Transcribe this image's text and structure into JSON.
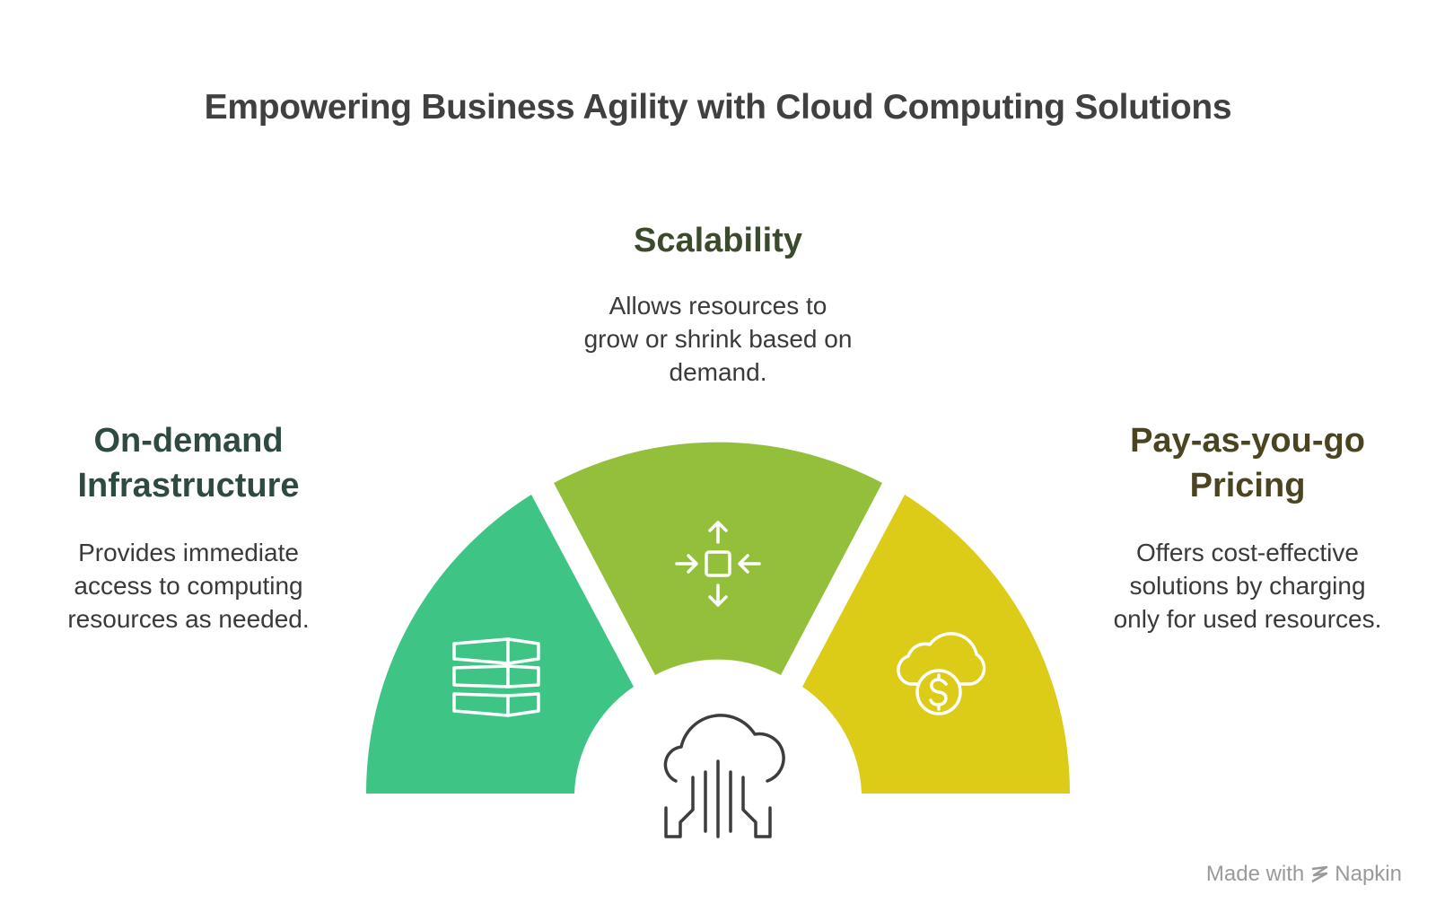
{
  "title": "Empowering Business Agility with Cloud Computing Solutions",
  "segments": [
    {
      "heading_lines": [
        "On-demand",
        "Infrastructure"
      ],
      "description_lines": [
        "Provides immediate",
        "access to computing",
        "resources as needed."
      ],
      "color": "#3ec585",
      "icon": "server-stack-icon"
    },
    {
      "heading_lines": [
        "Scalability"
      ],
      "description_lines": [
        "Allows resources to",
        "grow or shrink based on",
        "demand."
      ],
      "color": "#93bf3b",
      "icon": "scale-arrows-icon"
    },
    {
      "heading_lines": [
        "Pay-as-you-go",
        "Pricing"
      ],
      "description_lines": [
        "Offers cost-effective",
        "solutions by charging",
        "only for used resources."
      ],
      "color": "#dccb17",
      "icon": "cloud-dollar-icon"
    }
  ],
  "center_icon": "cloud-network-icon",
  "watermark": {
    "prefix": "Made with",
    "brand": "Napkin"
  }
}
